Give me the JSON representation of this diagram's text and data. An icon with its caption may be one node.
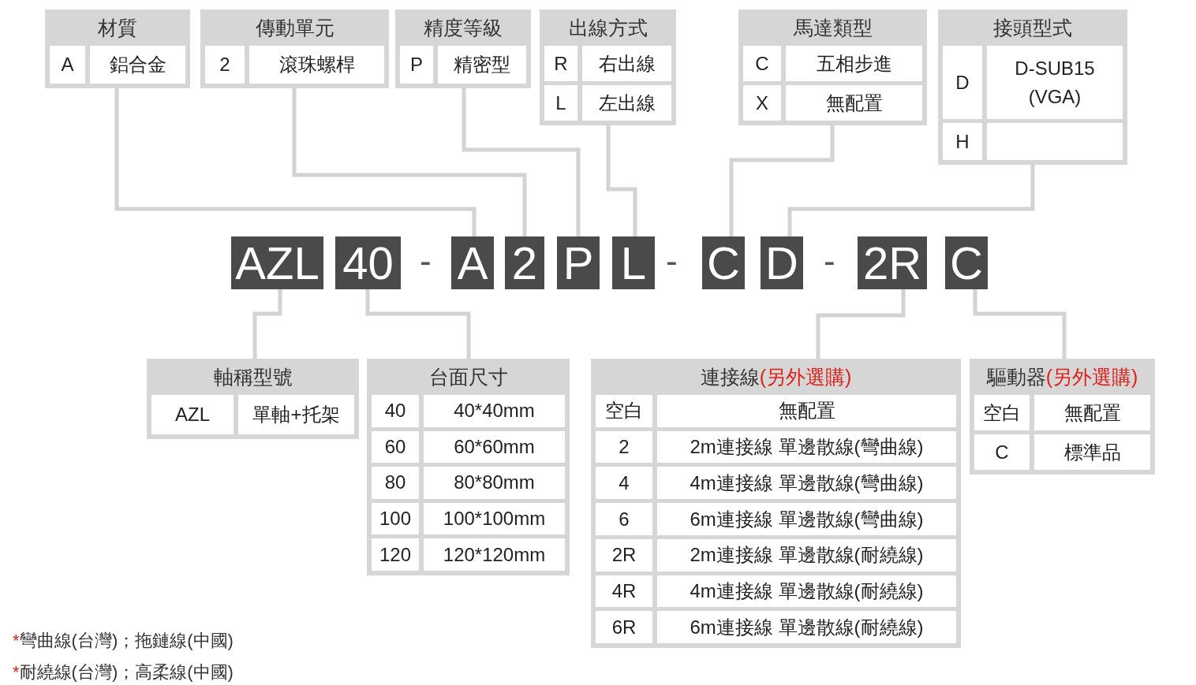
{
  "diagram": {
    "nodes": [
      {
        "text": [
          "材質",
          "A",
          "鋁合金"
        ]
      },
      {
        "text": [
          "傳動單元",
          "2",
          "滾珠螺桿"
        ]
      },
      {
        "text": [
          "精度等級",
          "P",
          "精密型"
        ]
      },
      {
        "text": [
          "出線方式",
          "R",
          "右出線",
          "L",
          "左出線"
        ]
      },
      {
        "text": [
          "馬達類型",
          "C",
          "五相步進",
          "X",
          "無配置"
        ]
      },
      {
        "text": [
          "接頭型式",
          "D",
          "D-SUB15 (VGA)",
          "H"
        ]
      },
      {
        "text": [
          "AZL"
        ]
      },
      {
        "text": [
          "40"
        ]
      },
      {
        "text": [
          "A"
        ]
      },
      {
        "text": [
          "2"
        ]
      },
      {
        "text": [
          "P"
        ]
      },
      {
        "text": [
          "L"
        ]
      },
      {
        "text": [
          "C"
        ]
      },
      {
        "text": [
          "D"
        ]
      },
      {
        "text": [
          "2R"
        ]
      },
      {
        "text": [
          "C"
        ]
      },
      {
        "text": [
          "軸稱型號",
          "AZL",
          "單軸+托架"
        ]
      },
      {
        "text": [
          "台面尺寸",
          "40",
          "40*40mm",
          "60",
          "60*60mm",
          "80",
          "80*80mm",
          "100",
          "100*100mm",
          "120",
          "120*120mm"
        ]
      },
      {
        "text": [
          "連接線",
          "(另外選購)",
          "空白",
          "無配置",
          "2",
          "2m連接線 單邊散線(彎曲線)",
          "4",
          "4m連接線 單邊散線(彎曲線)",
          "6",
          "6m連接線 單邊散線(彎曲線)",
          "2R",
          "2m連接線 單邊散線(耐繞線)",
          "4R",
          "4m連接線 單邊散線(耐繞線)",
          "6R",
          "6m連接線 單邊散線(耐繞線)"
        ]
      },
      {
        "text": [
          "驅動器",
          "(另外選購)",
          "空白",
          "無配置",
          "C",
          "標準品"
        ]
      }
    ],
    "edges": [
      {
        "from": 0,
        "to": 8,
        "arrow": "none"
      },
      {
        "from": 1,
        "to": 9,
        "arrow": "none"
      },
      {
        "from": 2,
        "to": 10,
        "arrow": "none"
      },
      {
        "from": 3,
        "to": 11,
        "arrow": "none"
      },
      {
        "from": 4,
        "to": 12,
        "arrow": "none"
      },
      {
        "from": 5,
        "to": 13,
        "arrow": "none"
      },
      {
        "from": 6,
        "to": 16,
        "arrow": "none"
      },
      {
        "from": 7,
        "to": 17,
        "arrow": "none"
      },
      {
        "from": 14,
        "to": 18,
        "arrow": "none"
      },
      {
        "from": 15,
        "to": 19,
        "arrow": "none"
      }
    ],
    "labels": [
      "-",
      "-",
      "-",
      "*彎曲線(台灣)；拖鏈線(中國)",
      "*耐繞線(台灣)；高柔線(中國)"
    ]
  }
}
